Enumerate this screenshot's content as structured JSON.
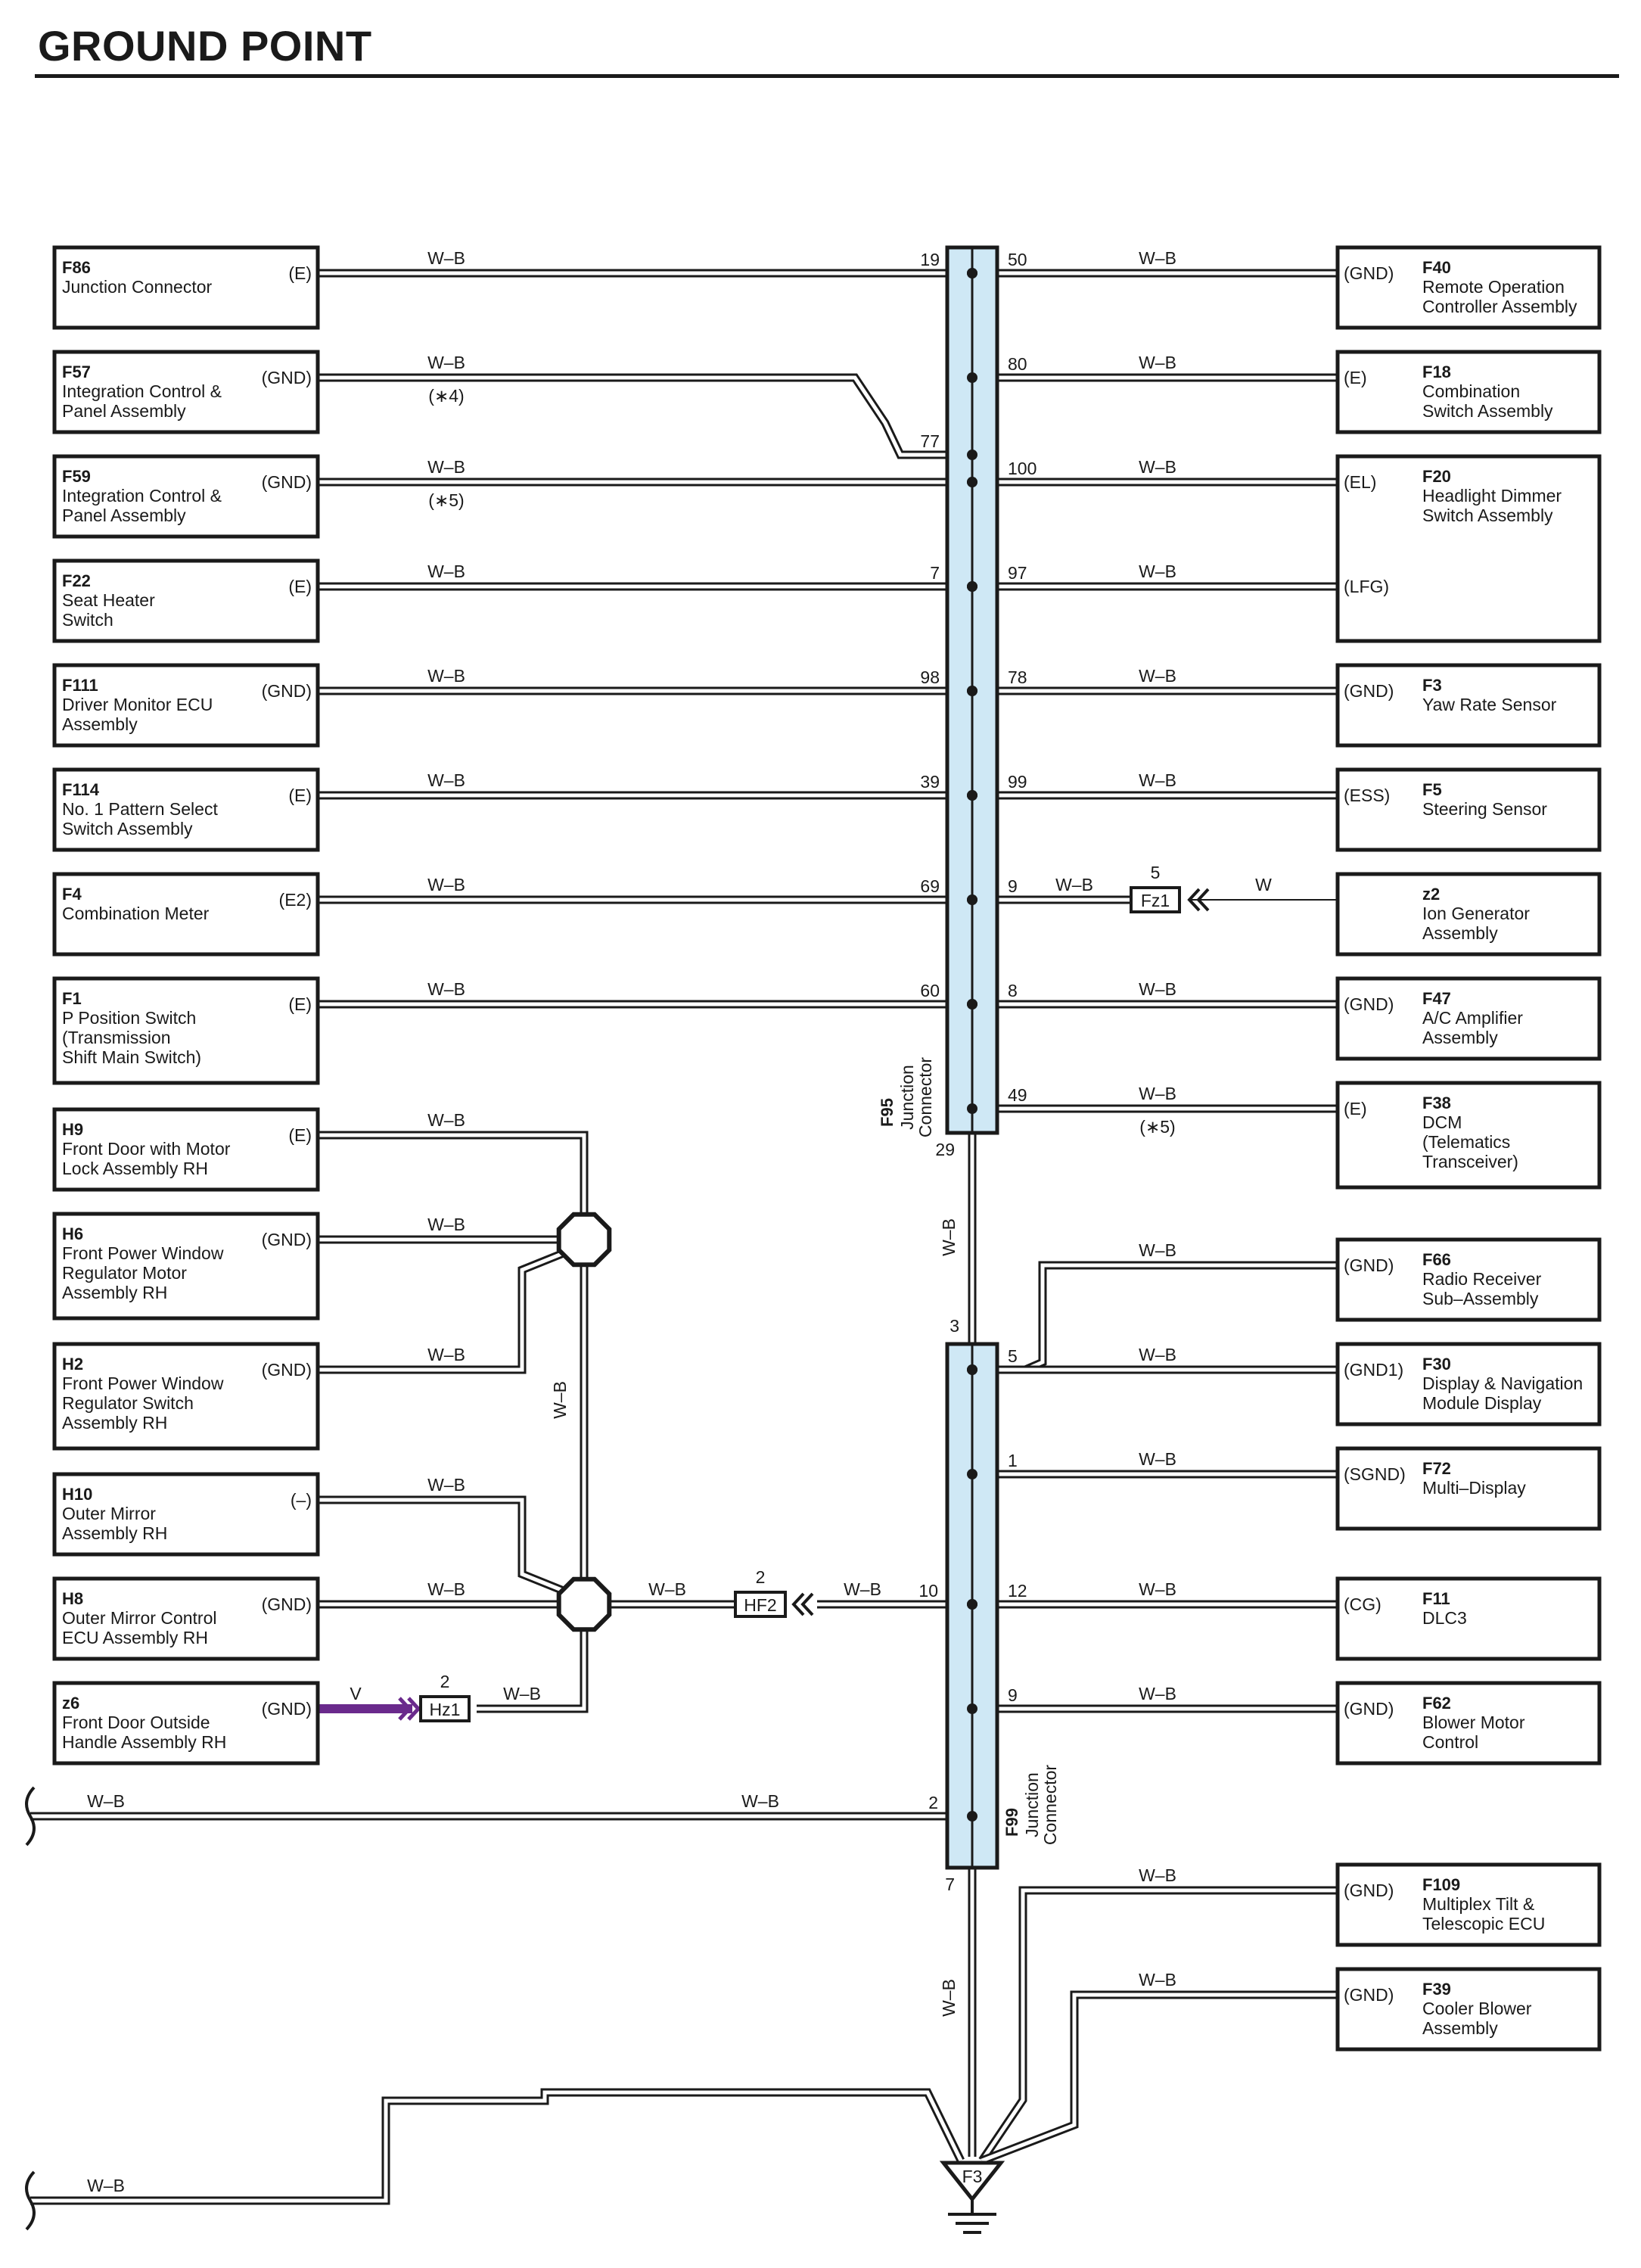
{
  "page": {
    "title": "GROUND POINT"
  },
  "junctions": {
    "f95": {
      "code": "F95",
      "name": [
        "Junction",
        "Connector"
      ]
    },
    "f99": {
      "code": "F99",
      "name": [
        "Junction",
        "Connector"
      ]
    },
    "link_wire": "W–B",
    "f95_out_pin": "29",
    "f99_in_pin": "3",
    "f99_out_pin": "7",
    "trunk_wire": "W–B"
  },
  "left_components": [
    {
      "code": "F86",
      "name": [
        "Junction Connector"
      ],
      "terminal": "(E)",
      "wire": "W–B",
      "pin": "19",
      "note": ""
    },
    {
      "code": "F57",
      "name": [
        "Integration Control &",
        "Panel Assembly"
      ],
      "terminal": "(GND)",
      "wire": "W–B",
      "pin": "77",
      "note": "(∗4)"
    },
    {
      "code": "F59",
      "name": [
        "Integration Control &",
        "Panel Assembly"
      ],
      "terminal": "(GND)",
      "wire": "W–B",
      "pin": "",
      "note": "(∗5)"
    },
    {
      "code": "F22",
      "name": [
        "Seat Heater",
        "Switch"
      ],
      "terminal": "(E)",
      "wire": "W–B",
      "pin": "7",
      "note": ""
    },
    {
      "code": "F111",
      "name": [
        "Driver Monitor ECU",
        "Assembly"
      ],
      "terminal": "(GND)",
      "wire": "W–B",
      "pin": "98",
      "note": ""
    },
    {
      "code": "F114",
      "name": [
        "No.  1 Pattern Select",
        "Switch Assembly"
      ],
      "terminal": "(E)",
      "wire": "W–B",
      "pin": "39",
      "note": ""
    },
    {
      "code": "F4",
      "name": [
        "Combination Meter"
      ],
      "terminal": "(E2)",
      "wire": "W–B",
      "pin": "69",
      "note": ""
    },
    {
      "code": "F1",
      "name": [
        "P Position Switch",
        "(Transmission",
        " Shift Main Switch)"
      ],
      "terminal": "(E)",
      "wire": "W–B",
      "pin": "60",
      "note": ""
    },
    {
      "code": "H9",
      "name": [
        "Front Door with Motor",
        "Lock Assembly RH"
      ],
      "terminal": "(E)",
      "wire": "W–B",
      "pin": "",
      "note": ""
    },
    {
      "code": "H6",
      "name": [
        "Front Power Window",
        "Regulator Motor",
        "Assembly RH"
      ],
      "terminal": "(GND)",
      "wire": "W–B",
      "pin": "",
      "note": ""
    },
    {
      "code": "H2",
      "name": [
        "Front Power Window",
        "Regulator Switch",
        "Assembly RH"
      ],
      "terminal": "(GND)",
      "wire": "W–B",
      "pin": "",
      "note": ""
    },
    {
      "code": "H10",
      "name": [
        "Outer Mirror",
        "Assembly RH"
      ],
      "terminal": "(–)",
      "wire": "W–B",
      "pin": "",
      "note": ""
    },
    {
      "code": "H8",
      "name": [
        "Outer Mirror Control",
        "ECU Assembly RH"
      ],
      "terminal": "(GND)",
      "wire": "W–B",
      "pin": "",
      "note": ""
    },
    {
      "code": "z6",
      "name": [
        "Front Door Outside",
        "Handle Assembly RH"
      ],
      "terminal": "(GND)",
      "wire": "V",
      "pin": "",
      "note": ""
    }
  ],
  "right_components": [
    {
      "code": "F40",
      "name": [
        "Remote Operation",
        "Controller Assembly"
      ],
      "terminal": "(GND)",
      "wire": "W–B",
      "pin": "50",
      "note": ""
    },
    {
      "code": "F18",
      "name": [
        "Combination",
        "Switch Assembly"
      ],
      "terminal": "(E)",
      "wire": "W–B",
      "pin": "80",
      "note": ""
    },
    {
      "code": "F20",
      "name": [
        "Headlight Dimmer",
        "Switch Assembly"
      ],
      "terminal": "(EL)",
      "terminal2": "(LFG)",
      "wire": "W–B",
      "pin": "100",
      "pin2": "97",
      "note": ""
    },
    {
      "code": "F3",
      "name": [
        "Yaw Rate Sensor"
      ],
      "terminal": "(GND)",
      "wire": "W–B",
      "pin": "78",
      "note": ""
    },
    {
      "code": "F5",
      "name": [
        "Steering Sensor"
      ],
      "terminal": "(ESS)",
      "wire": "W–B",
      "pin": "99",
      "note": ""
    },
    {
      "code": "z2",
      "name": [
        "Ion Generator",
        "Assembly"
      ],
      "terminal": "",
      "wire": "W",
      "pin": "9",
      "note": ""
    },
    {
      "code": "F47",
      "name": [
        "A/C Amplifier",
        "Assembly"
      ],
      "terminal": "(GND)",
      "wire": "W–B",
      "pin": "8",
      "note": ""
    },
    {
      "code": "F38",
      "name": [
        "DCM",
        "(Telematics",
        " Transceiver)"
      ],
      "terminal": "(E)",
      "wire": "W–B",
      "pin": "49",
      "note": "(∗5)"
    },
    {
      "code": "F66",
      "name": [
        "Radio Receiver",
        "Sub–Assembly"
      ],
      "terminal": "(GND)",
      "wire": "W–B",
      "pin": "5",
      "note": ""
    },
    {
      "code": "F30",
      "name": [
        "Display & Navigation",
        "Module Display"
      ],
      "terminal": "(GND1)",
      "wire": "W–B",
      "pin": "",
      "note": ""
    },
    {
      "code": "F72",
      "name": [
        "Multi–Display"
      ],
      "terminal": "(SGND)",
      "wire": "W–B",
      "pin": "1",
      "note": ""
    },
    {
      "code": "F11",
      "name": [
        "DLC3"
      ],
      "terminal": "(CG)",
      "wire": "W–B",
      "pin": "12",
      "note": ""
    },
    {
      "code": "F62",
      "name": [
        "Blower Motor",
        "Control"
      ],
      "terminal": "(GND)",
      "wire": "W–B",
      "pin": "9",
      "note": ""
    },
    {
      "code": "F109",
      "name": [
        "Multiplex Tilt &",
        "Telescopic ECU"
      ],
      "terminal": "(GND)",
      "wire": "W–B",
      "pin": "",
      "note": ""
    },
    {
      "code": "F39",
      "name": [
        "Cooler Blower",
        "Assembly"
      ],
      "terminal": "(GND)",
      "wire": "W–B",
      "pin": "",
      "note": ""
    }
  ],
  "connectors": {
    "fz1": {
      "code": "Fz1",
      "pin": "5",
      "wire_in": "W–B"
    },
    "hf2": {
      "code": "HF2",
      "pin": "2",
      "wire_left": "W–B",
      "wire_right": "W–B",
      "junction_pin": "10"
    },
    "hz1": {
      "code": "Hz1",
      "pin": "2",
      "wire_out": "W–B"
    }
  },
  "door_harness": {
    "vertical_wire": "W–B"
  },
  "pass_through": {
    "wire_left": "W–B",
    "wire_right": "W–B",
    "pin": "2"
  },
  "bottom_wire": {
    "wire": "W–B"
  },
  "ground": {
    "code": "F3"
  },
  "colors": {
    "junction_fill": "#cfe8f5",
    "violet_wire": "#6a2a8c",
    "ink": "#1a1a1a"
  }
}
